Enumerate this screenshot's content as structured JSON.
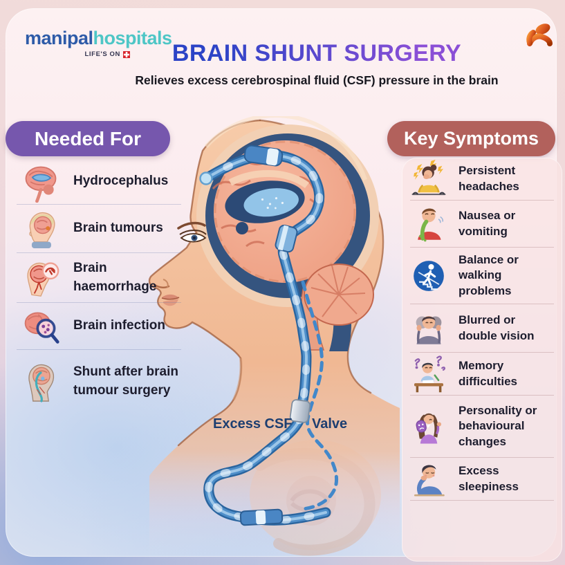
{
  "header": {
    "logo": {
      "part1": "manipal",
      "part2": "hospitals",
      "tagline": "LIFE'S ON",
      "cross_icon": "red-cross-icon"
    },
    "title": "BRAIN SHUNT SURGERY",
    "subtitle": "Relieves excess cerebrospinal fluid (CSF) pressure in the brain",
    "emblem_icon": "manipal-emblem-icon"
  },
  "needed_for": {
    "heading": "Needed For",
    "items": [
      {
        "icon": "hydrocephalus-brain-icon",
        "label": "Hydrocephalus"
      },
      {
        "icon": "child-head-brain-icon",
        "label": "Brain tumours"
      },
      {
        "icon": "brain-haemorrhage-icon",
        "label": "Brain haemorrhage"
      },
      {
        "icon": "brain-infection-magnifier-icon",
        "label": "Brain infection"
      },
      {
        "icon": "head-shunt-icon",
        "label": "Shunt after brain tumour surgery"
      }
    ]
  },
  "key_symptoms": {
    "heading": "Key Symptoms",
    "items": [
      {
        "icon": "headache-person-icon",
        "label": "Persistent headaches"
      },
      {
        "icon": "vomiting-person-icon",
        "label": "Nausea or vomiting"
      },
      {
        "icon": "balance-walking-icon",
        "label": "Balance or walking problems"
      },
      {
        "icon": "double-vision-person-icon",
        "label": "Blurred or double vision"
      },
      {
        "icon": "memory-difficulties-icon",
        "label": "Memory difficulties"
      },
      {
        "icon": "personality-mask-icon",
        "label": "Personality or behavioural changes"
      },
      {
        "icon": "sleepy-person-icon",
        "label": "Excess sleepiness"
      }
    ]
  },
  "illustration": {
    "excess_csf_label": "Excess CSF",
    "valve_label": "Valve"
  },
  "colors": {
    "accent_purple": "#7657AD",
    "accent_rose": "#B2615C",
    "title_blue": "#2B43C6",
    "title_purple": "#8A4FD6",
    "logo_blue": "#2E5BA8",
    "logo_teal": "#4EC6C6",
    "tube_blue": "#3A78BD",
    "label_navy": "#1D3E70",
    "panel_pink": "#F8E6E6",
    "cross_red": "#D8232A",
    "emblem_orange": "#D9541E",
    "text_dark": "#1D1D2E"
  }
}
